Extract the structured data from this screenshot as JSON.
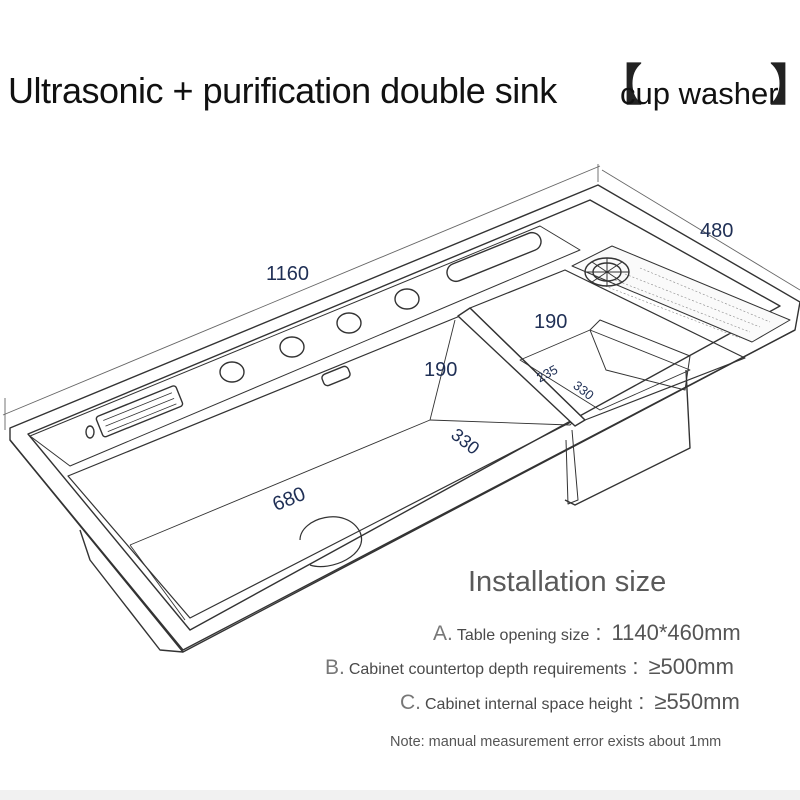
{
  "header": {
    "title": "Ultrasonic + purification double sink",
    "tag": "cup washer",
    "bracket_open": "【",
    "bracket_close": "】"
  },
  "dimensions": {
    "length": "1160",
    "width": "480",
    "main_sink_length": "680",
    "main_sink_depth": "190",
    "main_sink_width": "330",
    "small_sink_depth": "190",
    "small_sink_length": "235",
    "small_sink_width": "330"
  },
  "installation": {
    "title": "Installation size",
    "specs": [
      {
        "letter": "A.",
        "text": "Table opening size",
        "colon": ":",
        "value": "1140*460mm"
      },
      {
        "letter": "B.",
        "text": "Cabinet countertop depth requirements",
        "colon": ":",
        "value": "≥500mm"
      },
      {
        "letter": "C.",
        "text": "Cabinet internal space height",
        "colon": ":",
        "value": "≥550mm"
      }
    ],
    "note": "Note: manual measurement error exists about 1mm"
  }
}
